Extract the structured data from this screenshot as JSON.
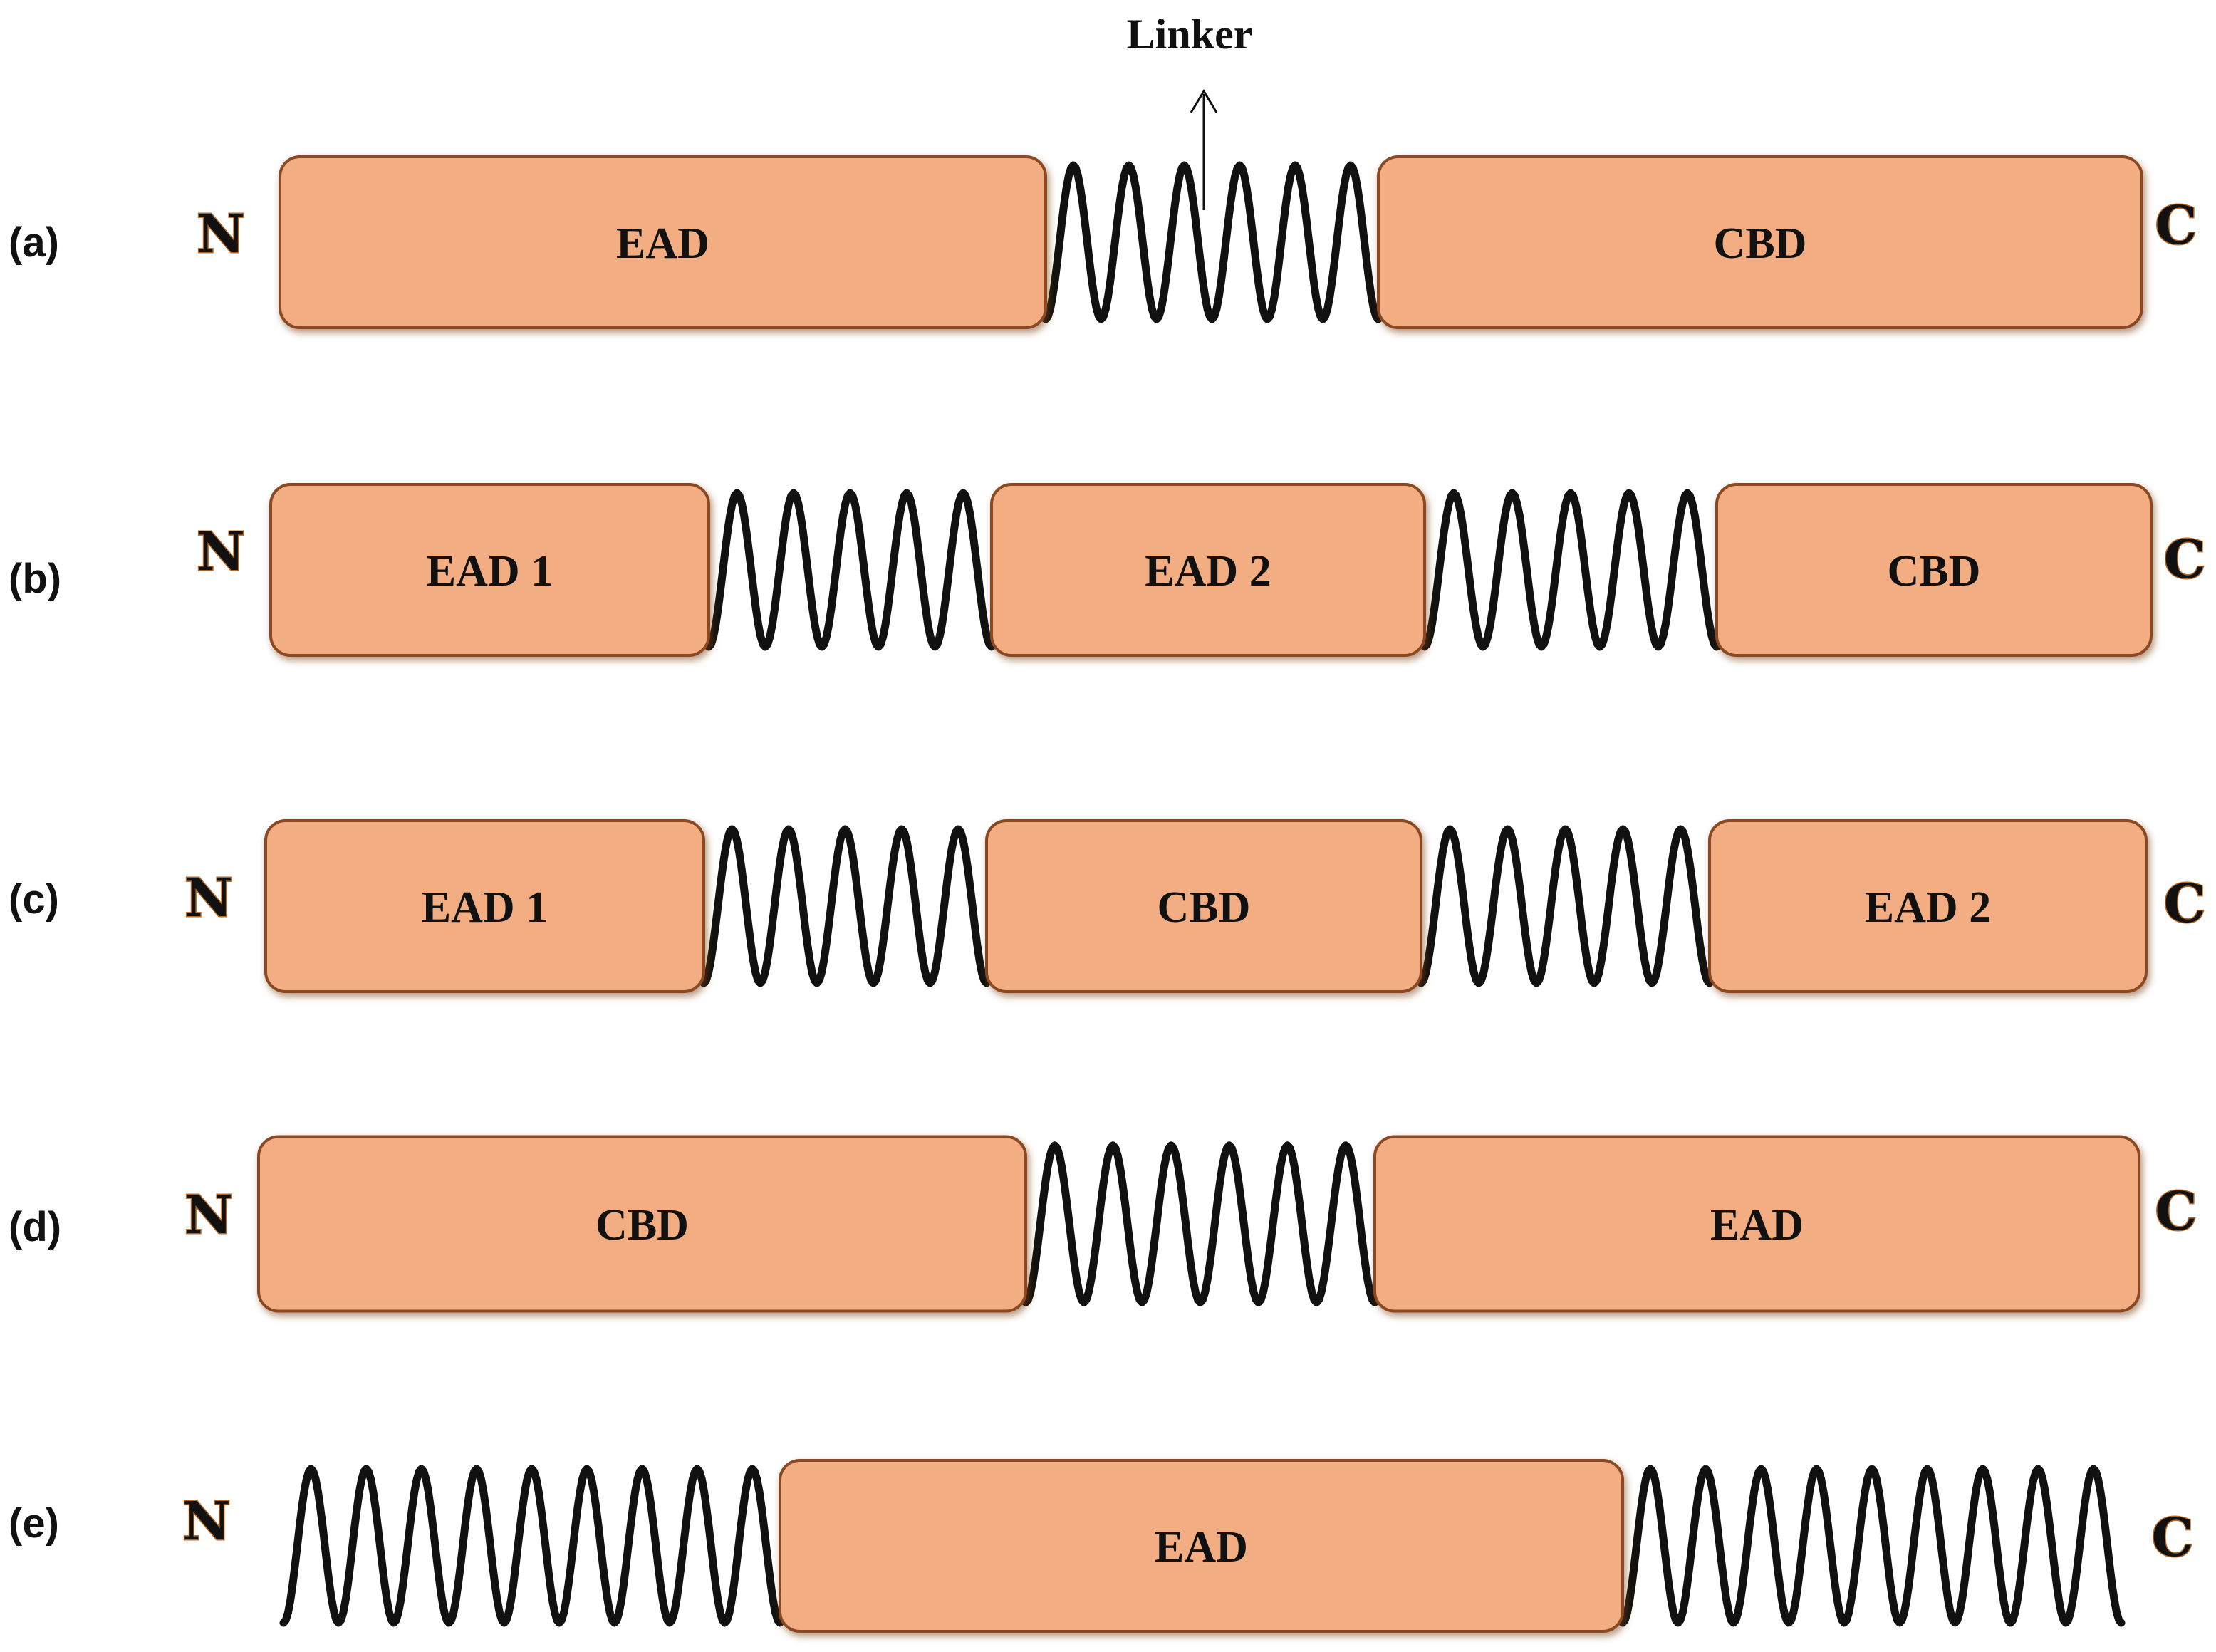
{
  "annotation": {
    "text": "Linker"
  },
  "colors": {
    "domain_fill": "#f2ae82",
    "domain_stroke": "#8a4a22",
    "linker_stroke": "#111111",
    "terminus_glow": "#b5651d"
  },
  "rows": [
    {
      "label": "(a)",
      "n_terminus": "N",
      "c_terminus": "C",
      "elements": [
        {
          "kind": "domain",
          "label": "EAD"
        },
        {
          "kind": "linker"
        },
        {
          "kind": "domain",
          "label": "CBD"
        }
      ]
    },
    {
      "label": "(b)",
      "n_terminus": "N",
      "c_terminus": "C",
      "elements": [
        {
          "kind": "domain",
          "label": "EAD 1"
        },
        {
          "kind": "linker"
        },
        {
          "kind": "domain",
          "label": "EAD 2"
        },
        {
          "kind": "linker"
        },
        {
          "kind": "domain",
          "label": "CBD"
        }
      ]
    },
    {
      "label": "(c)",
      "n_terminus": "N",
      "c_terminus": "C",
      "elements": [
        {
          "kind": "domain",
          "label": "EAD 1"
        },
        {
          "kind": "linker"
        },
        {
          "kind": "domain",
          "label": "CBD"
        },
        {
          "kind": "linker"
        },
        {
          "kind": "domain",
          "label": "EAD 2"
        }
      ]
    },
    {
      "label": "(d)",
      "n_terminus": "N",
      "c_terminus": "C",
      "elements": [
        {
          "kind": "domain",
          "label": "CBD"
        },
        {
          "kind": "linker"
        },
        {
          "kind": "domain",
          "label": "EAD"
        }
      ]
    },
    {
      "label": "(e)",
      "n_terminus": "N",
      "c_terminus": "C",
      "elements": [
        {
          "kind": "linker"
        },
        {
          "kind": "domain",
          "label": "EAD"
        },
        {
          "kind": "linker"
        }
      ]
    }
  ]
}
